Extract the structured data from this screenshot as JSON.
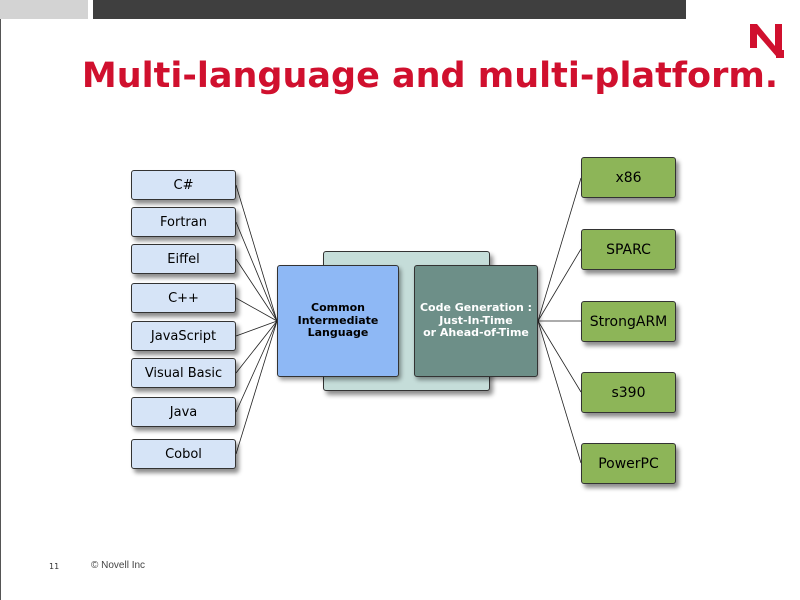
{
  "slide": {
    "title": "Multi-language and multi-platform.",
    "slide_number": "11",
    "copyright": "© Novell Inc",
    "brand_color": "#d0102e"
  },
  "diagram": {
    "languages": [
      "C#",
      "Fortran",
      "Eiffel",
      "C++",
      "JavaScript",
      "Visual Basic",
      "Java",
      "Cobol"
    ],
    "cil": {
      "line1": "Common",
      "line2": "Intermediate",
      "line3": "Language"
    },
    "codegen": {
      "line1": "Code Generation :",
      "line2": "Just-In-Time",
      "line3": "or Ahead-of-Time"
    },
    "platforms": [
      "x86",
      "SPARC",
      "StrongARM",
      "s390",
      "PowerPC"
    ]
  },
  "icons": {
    "logo": "novell-n-logo"
  }
}
